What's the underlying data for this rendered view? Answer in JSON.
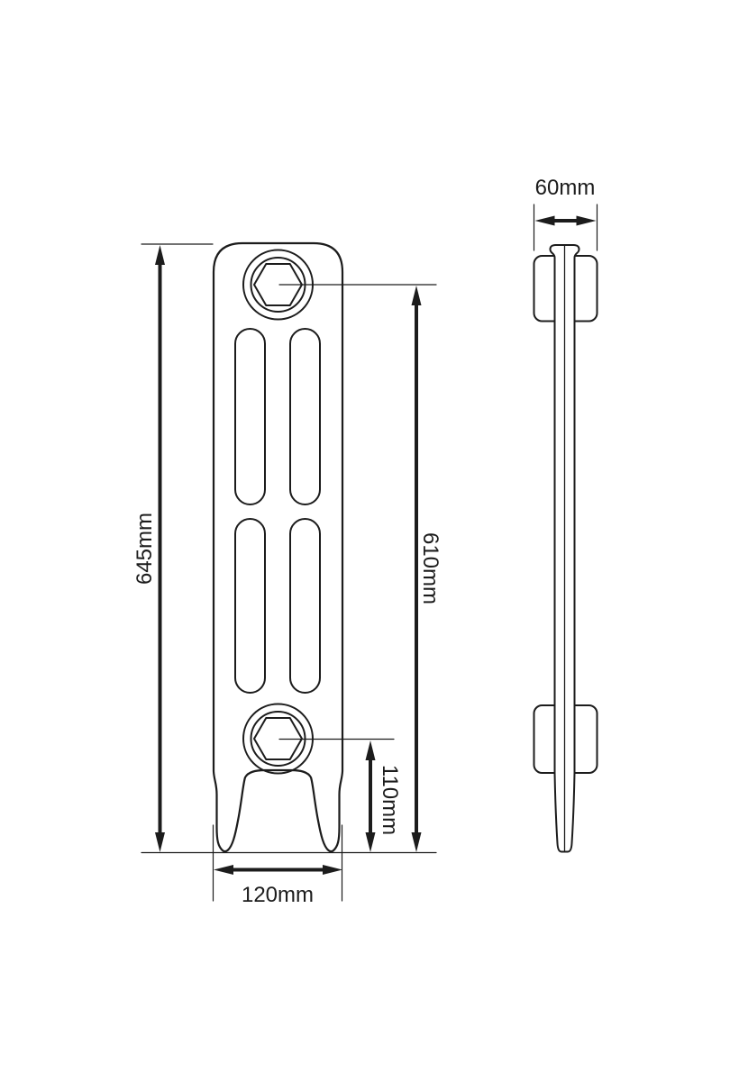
{
  "drawing": {
    "background_color": "#ffffff",
    "line_color": "#1c1c1c",
    "dimensions": {
      "overall_height": "645mm",
      "tapping_centres": "610mm",
      "lower_tapping_to_floor": "110mm",
      "base_width": "120mm",
      "depth": "60mm"
    }
  }
}
